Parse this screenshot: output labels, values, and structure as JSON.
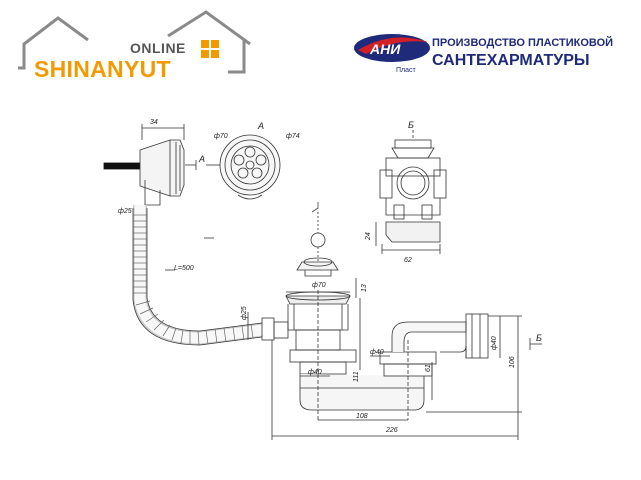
{
  "logo_left": {
    "online": "ONLINE",
    "name": "SHINANYUT",
    "colors": {
      "orange": "#f29a00",
      "gray": "#8a8a8a"
    }
  },
  "logo_right": {
    "emblem_text": "Пласт",
    "line1": "ПРОИЗВОДСТВО ПЛАСТИКОВОЙ",
    "line2": "САНТЕХАРМАТУРЫ",
    "colors": {
      "navy": "#1f2a7a",
      "red": "#d32026"
    }
  },
  "drawing": {
    "dims": {
      "d34": "34",
      "d70_top": "ф70",
      "view_a": "А",
      "d74": "ф74",
      "arrow_a": "А",
      "d25_left": "ф25",
      "hose_len": "L=500",
      "view_b": "Б",
      "d24": "24",
      "d62": "62",
      "d70_mid": "ф70",
      "d13": "13",
      "d25_mid": "ф25",
      "d40_a": "ф40",
      "d40_b": "ф40",
      "d40_c": "ф40",
      "d111": "111",
      "d61": "61",
      "d106": "106",
      "arrow_b": "Б",
      "d108": "108",
      "d226": "226"
    }
  }
}
